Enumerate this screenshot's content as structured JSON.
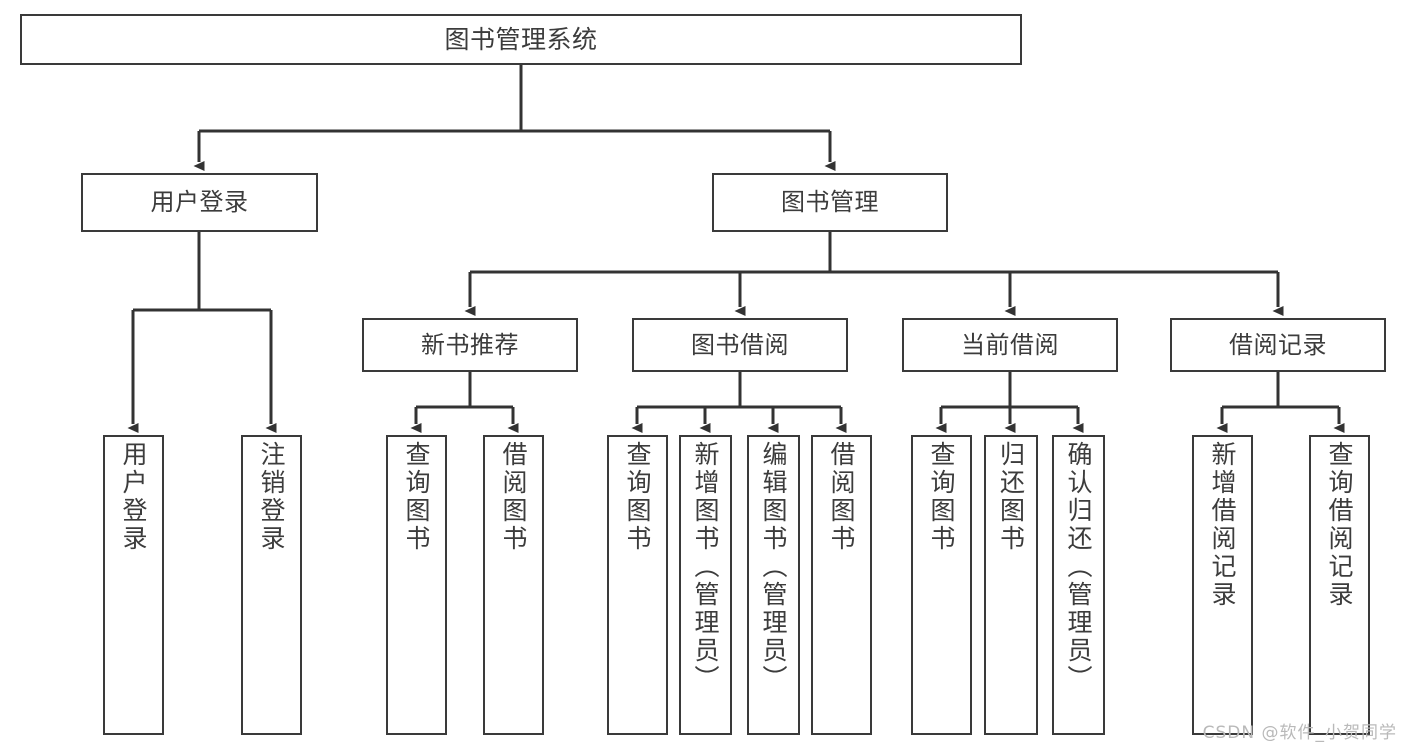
{
  "diagram": {
    "title": "图书管理系统",
    "type": "tree",
    "watermark": "CSDN @软件_小贺同学",
    "colors": {
      "box_border": "#3a3a3a",
      "box_fill": "#ffffff",
      "text": "#3c3c3c",
      "connector": "#333333",
      "watermark": "#b9b9b9",
      "background": "#ffffff"
    },
    "root": {
      "label": "图书管理系统"
    },
    "level1": [
      {
        "label": "用户登录"
      },
      {
        "label": "图书管理"
      }
    ],
    "level2": [
      {
        "label": "新书推荐"
      },
      {
        "label": "图书借阅"
      },
      {
        "label": "当前借阅"
      },
      {
        "label": "借阅记录"
      }
    ],
    "leaves": {
      "user_login": [
        {
          "label": "用户登录"
        },
        {
          "label": "注销登录"
        }
      ],
      "new_book_recommend": [
        {
          "label": "查询图书"
        },
        {
          "label": "借阅图书"
        }
      ],
      "book_borrow": [
        {
          "label": "查询图书"
        },
        {
          "label": "新增图书（管理员）"
        },
        {
          "label": "编辑图书（管理员）"
        },
        {
          "label": "借阅图书"
        }
      ],
      "current_borrow": [
        {
          "label": "查询图书"
        },
        {
          "label": "归还图书"
        },
        {
          "label": "确认归还（管理员）"
        }
      ],
      "borrow_record": [
        {
          "label": "新增借阅记录"
        },
        {
          "label": "查询借阅记录"
        }
      ]
    }
  }
}
